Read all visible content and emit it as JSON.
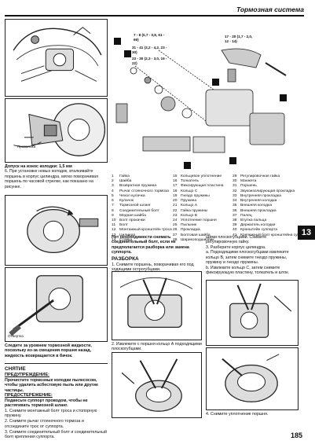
{
  "header": {
    "title": "Тормозная система"
  },
  "section_tab": "13",
  "page_number": "185",
  "left_col": {
    "callout_label": "Проволока",
    "pad_wear_title": "Допуск на износ колодки: 1,5 мм",
    "pad_wear_step": "6. При установке новых колодок, вталкивайте поршень в корпус цилиндра, мягко поворачивая поршень по часовой стрелке, как показано на рисунке.",
    "screwdriver_label": "Отвертка",
    "brake_fluid_note": "Следите за уровнем тормозной жидкости, поскольку из-за смещения поршня назад, жидкость возвращается в бачок.",
    "removal_title": "СНЯТИЕ",
    "caution_title": "ПРЕДУПРЕЖДЕНИЕ:",
    "caution_text": "Прочистите тормозные колодки пылесосом, чтобы удалить асбестовую пыль или другие частицы.",
    "caution2_title": "ПРЕДОСТЕРЕЖЕНИЕ:",
    "caution2_text": "Подвесьте суппорт проводом, чтобы не растягивать тормозной шланг.",
    "steps": [
      "1. Снимите монтажный болт троса и стопорную пружину.",
      "2. Снимите рычаг стояночного тормоза и отсоедините трос от суппорта.",
      "3. Снимите соединительный болт и соединительный болт крепления суппорта."
    ]
  },
  "diagram": {
    "torque_labels": [
      "17 - 20 (1,7 - 2,0, 12 - 14)",
      "7 - 8 (0,7 - 0,8, 61 - 69)",
      "31 - 41 (3,2 - 4,2, 23 - 30)",
      "23 - 30 (2,3 - 3,0, 16 - 22)"
    ]
  },
  "legend": {
    "col1": [
      {
        "n": "1",
        "t": "Гайка"
      },
      {
        "n": "2",
        "t": "Шайба"
      },
      {
        "n": "3",
        "t": "Возвратная пружина"
      },
      {
        "n": "4",
        "t": "Рычаг стояночного тормоза"
      },
      {
        "n": "5",
        "t": "Чехол кулачка"
      },
      {
        "n": "6",
        "t": "Кулачок"
      },
      {
        "n": "7",
        "t": "Тормозной шланг"
      },
      {
        "n": "8",
        "t": "Соединительный болт"
      },
      {
        "n": "9",
        "t": "Медная шайба"
      },
      {
        "n": "10",
        "t": "Болт прокачки"
      },
      {
        "n": "11",
        "t": "Болт"
      },
      {
        "n": "12",
        "t": "Монтажный кронштейн троса"
      },
      {
        "n": "13",
        "t": "Цилиндр"
      },
      {
        "n": "14",
        "t": "Стойка"
      }
    ],
    "col2": [
      {
        "n": "15",
        "t": "Кольцевое уплотнение"
      },
      {
        "n": "16",
        "t": "Толкатель"
      },
      {
        "n": "17",
        "t": "Фиксирующая пластина"
      },
      {
        "n": "18",
        "t": "Кольцо С"
      },
      {
        "n": "19",
        "t": "Гнездо пружины"
      },
      {
        "n": "20",
        "t": "Пружина"
      },
      {
        "n": "21",
        "t": "Кольцо А"
      },
      {
        "n": "22",
        "t": "Гайка пружины"
      },
      {
        "n": "23",
        "t": "Кольцо В"
      },
      {
        "n": "24",
        "t": "Уплотнение поршня"
      },
      {
        "n": "25",
        "t": "Пыльник"
      },
      {
        "n": "26",
        "t": "Прокладка"
      },
      {
        "n": "27",
        "t": "Болтовая шайба"
      },
      {
        "n": "28",
        "t": "Шарикоподшипник"
      }
    ],
    "col3": [
      {
        "n": "29",
        "t": "Регулировочная гайка"
      },
      {
        "n": "30",
        "t": "Манжета"
      },
      {
        "n": "31",
        "t": "Поршень"
      },
      {
        "n": "32",
        "t": "Звукоизолирующая прокладка"
      },
      {
        "n": "33",
        "t": "Внутренняя прокладка"
      },
      {
        "n": "34",
        "t": "Внутренняя колодка"
      },
      {
        "n": "35",
        "t": "Внешняя колодка"
      },
      {
        "n": "36",
        "t": "Внешняя прокладка"
      },
      {
        "n": "37",
        "t": "Палец"
      },
      {
        "n": "38",
        "t": "Втулка пальца"
      },
      {
        "n": "39",
        "t": "Держатель колодки"
      },
      {
        "n": "40",
        "t": "Кронштейн суппорта"
      },
      {
        "n": "41",
        "t": "Крепежный болт кронштейна суппорта"
      }
    ]
  },
  "mid": {
    "note": "Нет необходимости снимать соединительный болт, если не предполагается разборка или замена суппорта.",
    "disassembly_title": "РАЗБОРКА",
    "step1": "1. Снимите поршень, поворачивая его под ходящими острогубцами.",
    "step2": "2. Извлеките с поршня кольцо А подходящими плоскогубцами."
  },
  "right": {
    "steps": [
      "щими плоскогубцами. Снимите регулировочную гайку.",
      "3. Разберите корпус цилиндра.",
      "a. Подходящими плоскогубцами извлеките кольцо В, затем снимите гнездо пружины, пружину и гнездо пружины.",
      "b. Извлеките кольцо С, затем снимите фиксирующую пластину, толкатель и шток."
    ],
    "step4": "4. Снимите уплотнение поршня."
  }
}
